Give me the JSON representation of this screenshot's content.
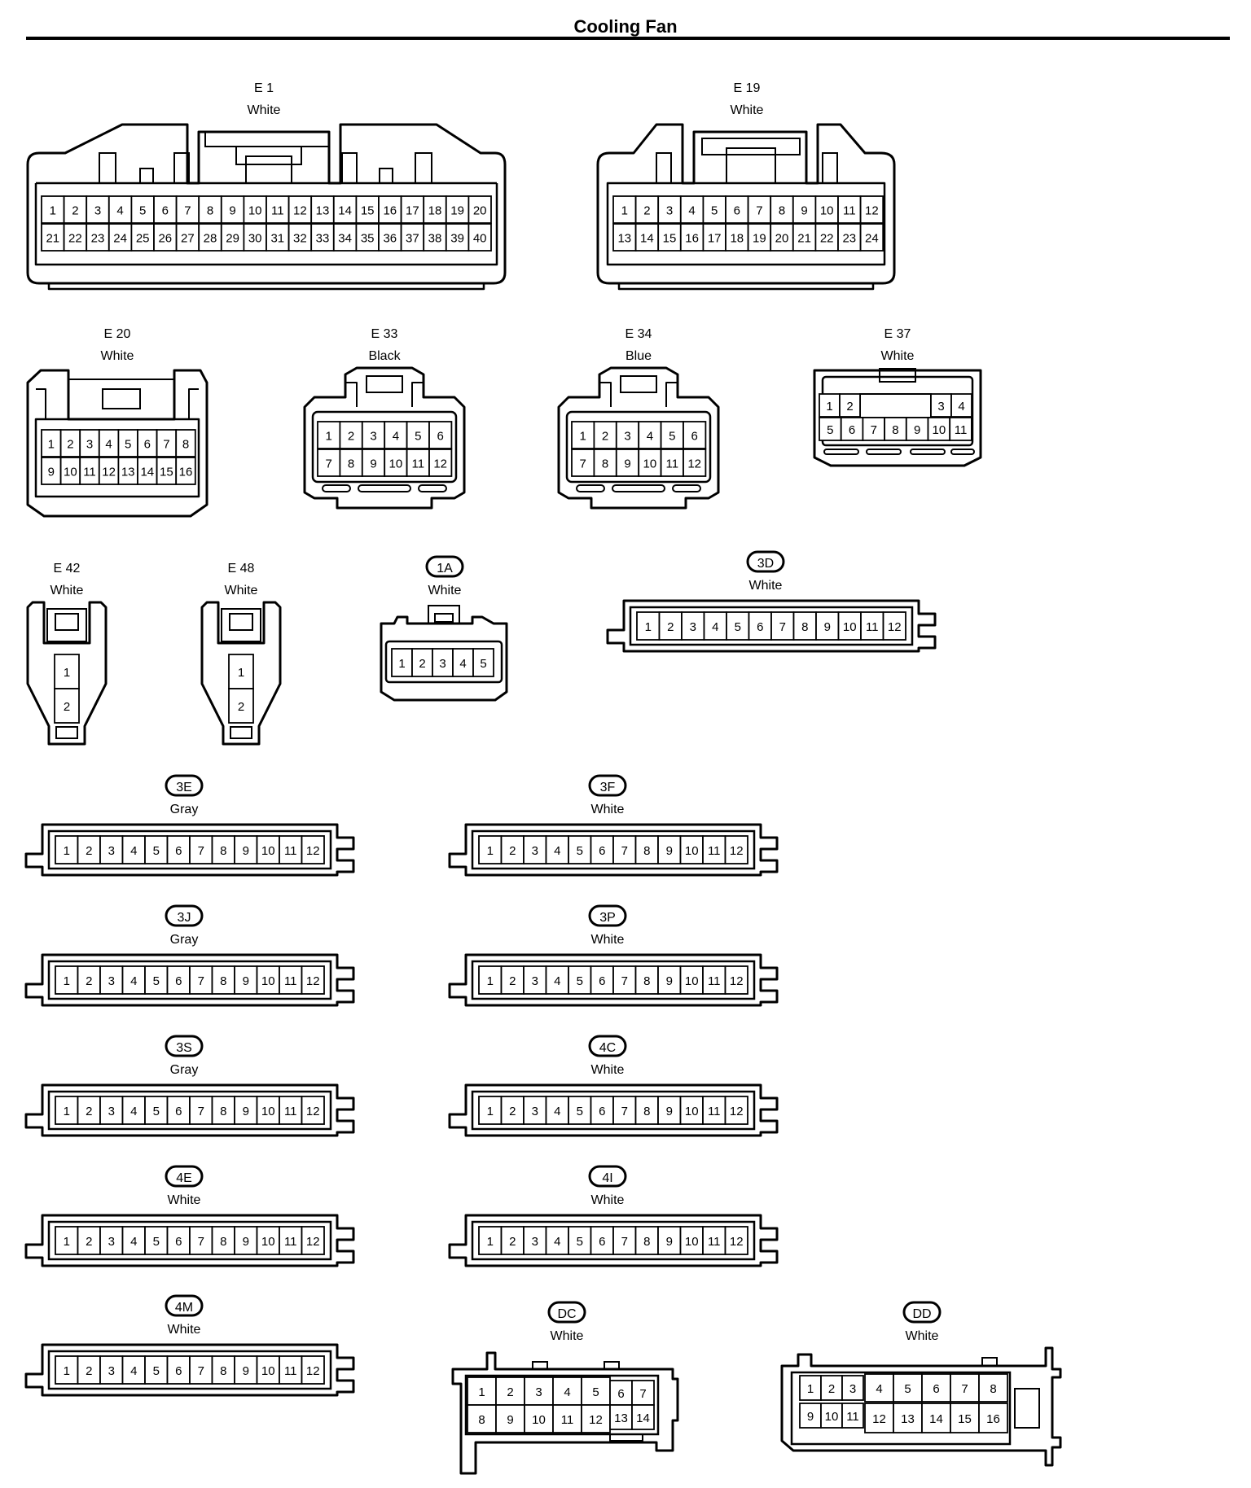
{
  "title": "Cooling Fan",
  "connectors": [
    {
      "id": "E1",
      "name": "E 1",
      "color": "White",
      "style": "plain",
      "rows": [
        [
          "1",
          "2",
          "3",
          "4",
          "5",
          "6",
          "7",
          "8",
          "9",
          "10",
          "11",
          "12",
          "13",
          "14",
          "15",
          "16",
          "17",
          "18",
          "19",
          "20"
        ],
        [
          "21",
          "22",
          "23",
          "24",
          "25",
          "26",
          "27",
          "28",
          "29",
          "30",
          "31",
          "32",
          "33",
          "34",
          "35",
          "36",
          "37",
          "38",
          "39",
          "40"
        ]
      ]
    },
    {
      "id": "E19",
      "name": "E 19",
      "color": "White",
      "style": "plain",
      "rows": [
        [
          "1",
          "2",
          "3",
          "4",
          "5",
          "6",
          "7",
          "8",
          "9",
          "10",
          "11",
          "12"
        ],
        [
          "13",
          "14",
          "15",
          "16",
          "17",
          "18",
          "19",
          "20",
          "21",
          "22",
          "23",
          "24"
        ]
      ]
    },
    {
      "id": "E20",
      "name": "E 20",
      "color": "White",
      "style": "plain",
      "rows": [
        [
          "1",
          "2",
          "3",
          "4",
          "5",
          "6",
          "7",
          "8"
        ],
        [
          "9",
          "10",
          "11",
          "12",
          "13",
          "14",
          "15",
          "16"
        ]
      ]
    },
    {
      "id": "E33",
      "name": "E 33",
      "color": "Black",
      "style": "plain",
      "rows": [
        [
          "1",
          "2",
          "3",
          "4",
          "5",
          "6"
        ],
        [
          "7",
          "8",
          "9",
          "10",
          "11",
          "12"
        ]
      ]
    },
    {
      "id": "E34",
      "name": "E 34",
      "color": "Blue",
      "style": "plain",
      "rows": [
        [
          "1",
          "2",
          "3",
          "4",
          "5",
          "6"
        ],
        [
          "7",
          "8",
          "9",
          "10",
          "11",
          "12"
        ]
      ]
    },
    {
      "id": "E37",
      "name": "E 37",
      "color": "White",
      "style": "plain",
      "rows": [
        [
          "1",
          "2",
          "3",
          "4"
        ],
        [
          "5",
          "6",
          "7",
          "8",
          "9",
          "10",
          "11"
        ]
      ]
    },
    {
      "id": "E42",
      "name": "E 42",
      "color": "White",
      "style": "plain",
      "rows": [
        [
          "1"
        ],
        [
          "2"
        ]
      ]
    },
    {
      "id": "E48",
      "name": "E 48",
      "color": "White",
      "style": "plain",
      "rows": [
        [
          "1"
        ],
        [
          "2"
        ]
      ]
    },
    {
      "id": "1A",
      "name": "1A",
      "color": "White",
      "style": "oval",
      "rows": [
        [
          "1",
          "2",
          "3",
          "4",
          "5"
        ]
      ]
    },
    {
      "id": "3D",
      "name": "3D",
      "color": "White",
      "style": "oval",
      "rows": [
        [
          "1",
          "2",
          "3",
          "4",
          "5",
          "6",
          "7",
          "8",
          "9",
          "10",
          "11",
          "12"
        ]
      ]
    },
    {
      "id": "3E",
      "name": "3E",
      "color": "Gray",
      "style": "oval",
      "rows": [
        [
          "1",
          "2",
          "3",
          "4",
          "5",
          "6",
          "7",
          "8",
          "9",
          "10",
          "11",
          "12"
        ]
      ]
    },
    {
      "id": "3F",
      "name": "3F",
      "color": "White",
      "style": "oval",
      "rows": [
        [
          "1",
          "2",
          "3",
          "4",
          "5",
          "6",
          "7",
          "8",
          "9",
          "10",
          "11",
          "12"
        ]
      ]
    },
    {
      "id": "3J",
      "name": "3J",
      "color": "Gray",
      "style": "oval",
      "rows": [
        [
          "1",
          "2",
          "3",
          "4",
          "5",
          "6",
          "7",
          "8",
          "9",
          "10",
          "11",
          "12"
        ]
      ]
    },
    {
      "id": "3P",
      "name": "3P",
      "color": "White",
      "style": "oval",
      "rows": [
        [
          "1",
          "2",
          "3",
          "4",
          "5",
          "6",
          "7",
          "8",
          "9",
          "10",
          "11",
          "12"
        ]
      ]
    },
    {
      "id": "3S",
      "name": "3S",
      "color": "Gray",
      "style": "oval",
      "rows": [
        [
          "1",
          "2",
          "3",
          "4",
          "5",
          "6",
          "7",
          "8",
          "9",
          "10",
          "11",
          "12"
        ]
      ]
    },
    {
      "id": "4C",
      "name": "4C",
      "color": "White",
      "style": "oval",
      "rows": [
        [
          "1",
          "2",
          "3",
          "4",
          "5",
          "6",
          "7",
          "8",
          "9",
          "10",
          "11",
          "12"
        ]
      ]
    },
    {
      "id": "4E",
      "name": "4E",
      "color": "White",
      "style": "oval",
      "rows": [
        [
          "1",
          "2",
          "3",
          "4",
          "5",
          "6",
          "7",
          "8",
          "9",
          "10",
          "11",
          "12"
        ]
      ]
    },
    {
      "id": "4I",
      "name": "4I",
      "color": "White",
      "style": "oval",
      "rows": [
        [
          "1",
          "2",
          "3",
          "4",
          "5",
          "6",
          "7",
          "8",
          "9",
          "10",
          "11",
          "12"
        ]
      ]
    },
    {
      "id": "4M",
      "name": "4M",
      "color": "White",
      "style": "oval",
      "rows": [
        [
          "1",
          "2",
          "3",
          "4",
          "5",
          "6",
          "7",
          "8",
          "9",
          "10",
          "11",
          "12"
        ]
      ]
    },
    {
      "id": "DC",
      "name": "DC",
      "color": "White",
      "style": "oval",
      "rows": [
        [
          "1",
          "2",
          "3",
          "4",
          "5",
          "6",
          "7"
        ],
        [
          "8",
          "9",
          "10",
          "11",
          "12",
          "13",
          "14"
        ]
      ]
    },
    {
      "id": "DD",
      "name": "DD",
      "color": "White",
      "style": "oval",
      "rows": [
        [
          "1",
          "2",
          "3",
          "4",
          "5",
          "6",
          "7",
          "8"
        ],
        [
          "9",
          "10",
          "11",
          "12",
          "13",
          "14",
          "15",
          "16"
        ]
      ]
    }
  ]
}
